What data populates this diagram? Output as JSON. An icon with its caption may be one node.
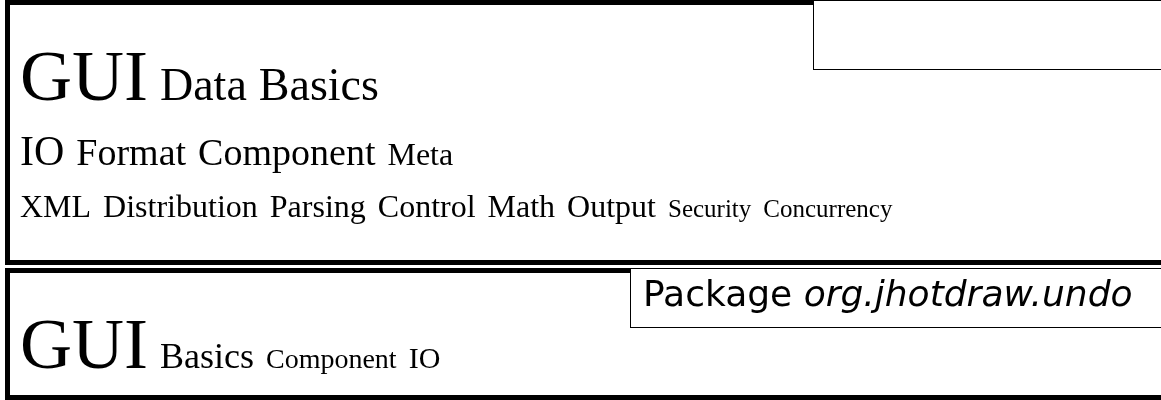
{
  "diagram": {
    "nodes": [
      {
        "text": [
          "GUI",
          "Data",
          "Basics",
          "IO",
          "Format",
          "Component",
          "Meta",
          "XML",
          "Distribution",
          "Parsing",
          "Control",
          "Math",
          "Output",
          "Security",
          "Concurrency"
        ]
      },
      {
        "text": [],
        "shape": "box",
        "in": 0
      },
      {
        "text": [
          "GUI",
          "Basics",
          "Component",
          "IO"
        ]
      },
      {
        "text": [
          "Package *org.jhotdraw.undo*"
        ],
        "in": 2
      }
    ]
  }
}
